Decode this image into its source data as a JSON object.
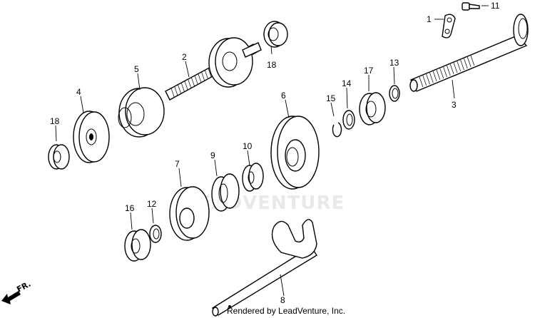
{
  "watermark": "LEADVENTURE",
  "credit": "Rendered by LeadVenture, Inc.",
  "direction_label": "FR.",
  "callouts": [
    {
      "id": "1",
      "text": "1"
    },
    {
      "id": "2",
      "text": "2"
    },
    {
      "id": "3",
      "text": "3"
    },
    {
      "id": "4",
      "text": "4"
    },
    {
      "id": "5",
      "text": "5"
    },
    {
      "id": "6",
      "text": "6"
    },
    {
      "id": "7",
      "text": "7"
    },
    {
      "id": "8",
      "text": "8"
    },
    {
      "id": "9",
      "text": "9"
    },
    {
      "id": "10",
      "text": "10"
    },
    {
      "id": "11",
      "text": "11"
    },
    {
      "id": "12",
      "text": "12"
    },
    {
      "id": "13",
      "text": "13"
    },
    {
      "id": "14",
      "text": "14"
    },
    {
      "id": "15",
      "text": "15"
    },
    {
      "id": "16",
      "text": "16"
    },
    {
      "id": "17",
      "text": "17"
    },
    {
      "id": "18a",
      "text": "18"
    },
    {
      "id": "18b",
      "text": "18"
    }
  ]
}
